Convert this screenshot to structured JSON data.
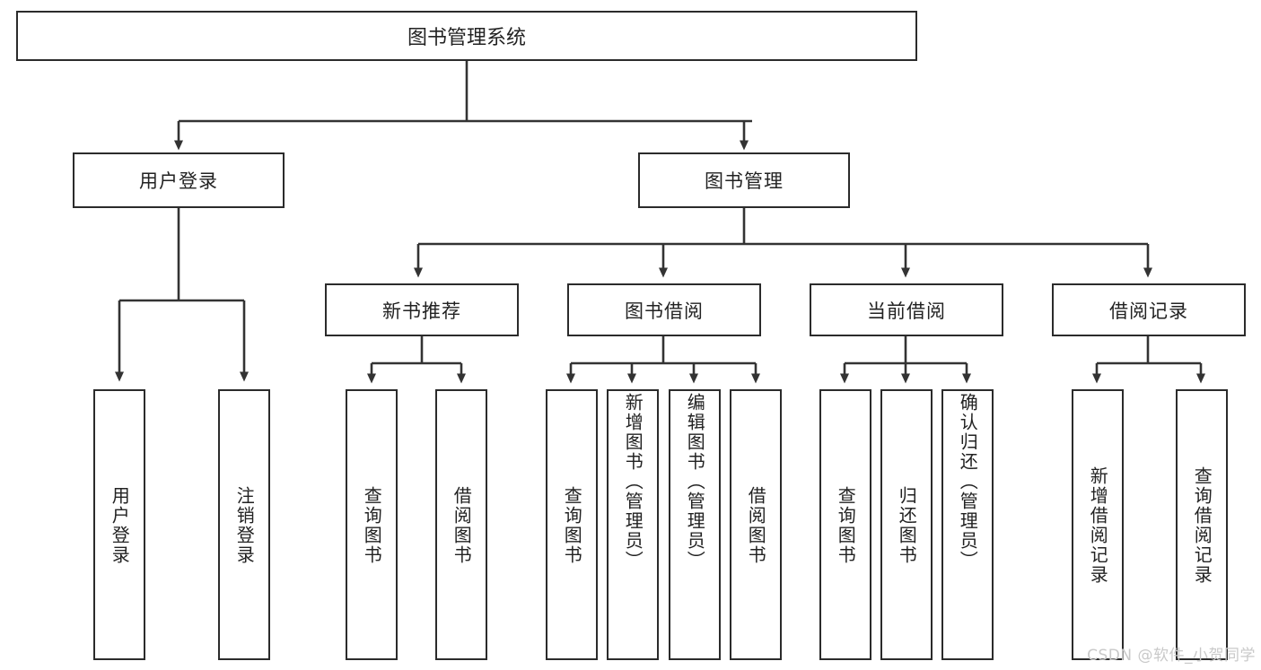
{
  "diagram": {
    "title": "图书管理系统",
    "type": "tree-hierarchy-diagram",
    "root": {
      "label": "图书管理系统"
    },
    "level1": [
      {
        "label": "用户登录"
      },
      {
        "label": "图书管理"
      }
    ],
    "level2": [
      {
        "label": "新书推荐"
      },
      {
        "label": "图书借阅"
      },
      {
        "label": "当前借阅"
      },
      {
        "label": "借阅记录"
      }
    ],
    "leaves": {
      "user_login": [
        {
          "label": "用户登录"
        },
        {
          "label": "注销登录"
        }
      ],
      "new_book_recommend": [
        {
          "label": "查询图书"
        },
        {
          "label": "借阅图书"
        }
      ],
      "book_borrow": [
        {
          "label": "查询图书"
        },
        {
          "label": "新增图书（管理员）"
        },
        {
          "label": "编辑图书（管理员）"
        },
        {
          "label": "借阅图书"
        }
      ],
      "current_borrow": [
        {
          "label": "查询图书"
        },
        {
          "label": "归还图书"
        },
        {
          "label": "确认归还（管理员）"
        }
      ],
      "borrow_records": [
        {
          "label": "新增借阅记录"
        },
        {
          "label": "查询借阅记录"
        }
      ]
    }
  },
  "watermark": {
    "text": "CSDN @软件_小贺同学"
  },
  "colors": {
    "box_border": "#2b2b2b",
    "connector": "#333333",
    "text": "#222222",
    "background": "#ffffff",
    "watermark": "#c9c9c9"
  }
}
